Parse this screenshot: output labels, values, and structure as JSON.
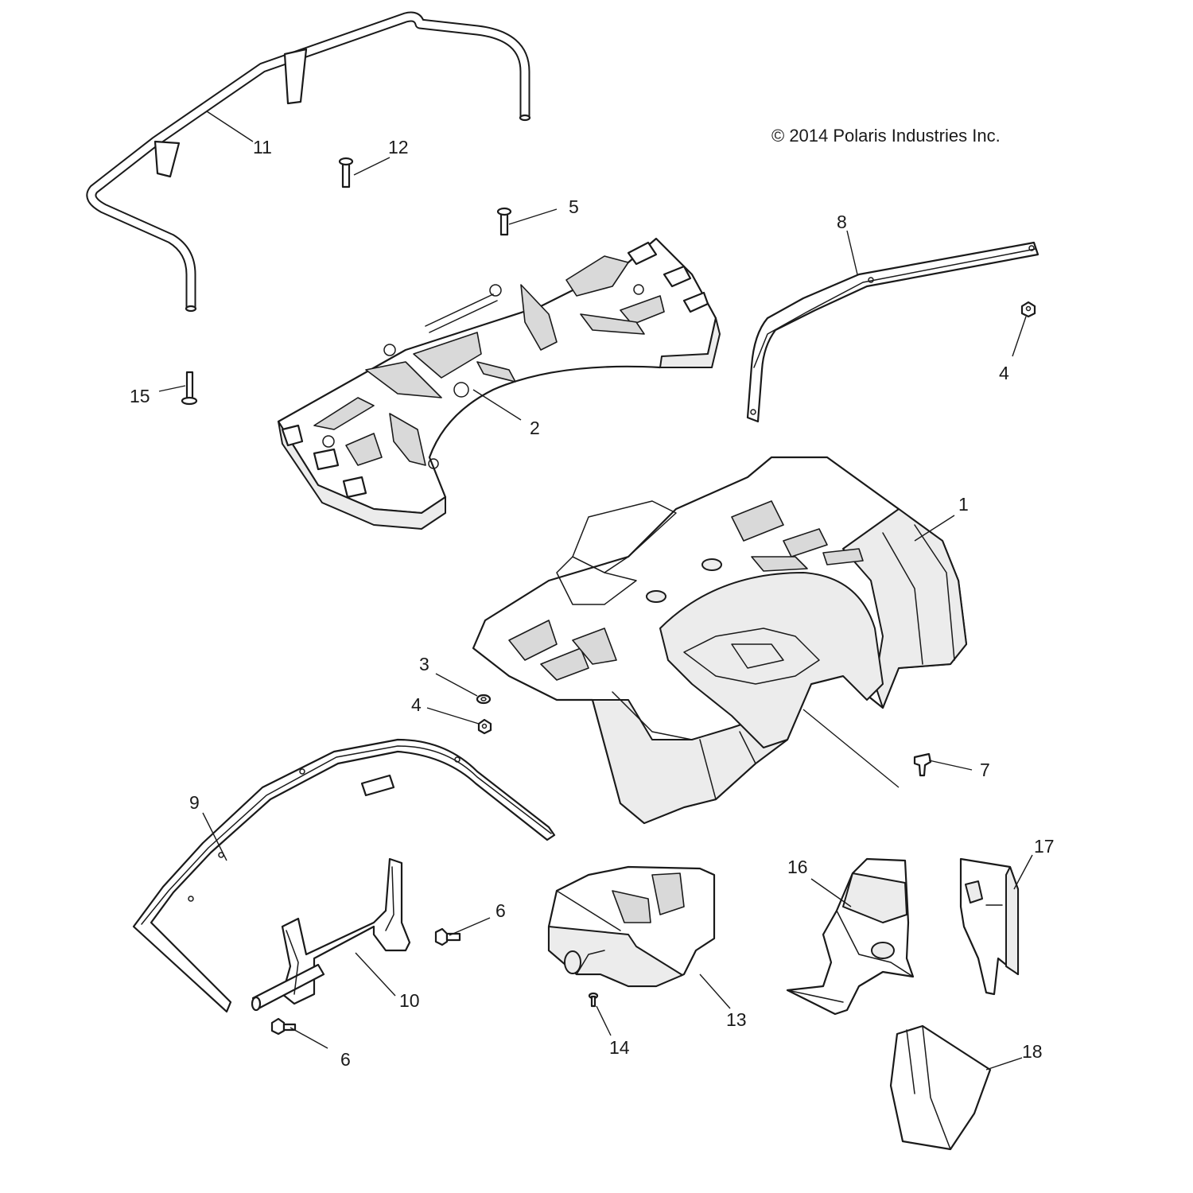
{
  "copyright": "© 2014 Polaris Industries Inc.",
  "callouts": [
    {
      "id": "c1",
      "label": "1"
    },
    {
      "id": "c2",
      "label": "2"
    },
    {
      "id": "c3",
      "label": "3"
    },
    {
      "id": "c4a",
      "label": "4"
    },
    {
      "id": "c4b",
      "label": "4"
    },
    {
      "id": "c5",
      "label": "5"
    },
    {
      "id": "c6a",
      "label": "6"
    },
    {
      "id": "c6b",
      "label": "6"
    },
    {
      "id": "c7",
      "label": "7"
    },
    {
      "id": "c8",
      "label": "8"
    },
    {
      "id": "c9",
      "label": "9"
    },
    {
      "id": "c10",
      "label": "10"
    },
    {
      "id": "c11",
      "label": "11"
    },
    {
      "id": "c12",
      "label": "12"
    },
    {
      "id": "c13",
      "label": "13"
    },
    {
      "id": "c14",
      "label": "14"
    },
    {
      "id": "c15",
      "label": "15"
    },
    {
      "id": "c16",
      "label": "16"
    },
    {
      "id": "c17",
      "label": "17"
    },
    {
      "id": "c18",
      "label": "18"
    }
  ]
}
